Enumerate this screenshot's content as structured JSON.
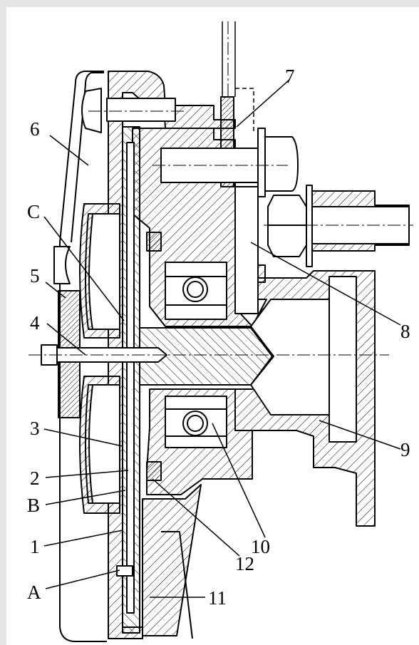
{
  "diagram": {
    "colors": {
      "background": "#e6e6e6",
      "paper": "#ffffff",
      "ink": "#000000"
    },
    "callouts": [
      {
        "id": "1",
        "text": "1"
      },
      {
        "id": "2",
        "text": "2"
      },
      {
        "id": "3",
        "text": "3"
      },
      {
        "id": "4",
        "text": "4"
      },
      {
        "id": "5",
        "text": "5"
      },
      {
        "id": "6",
        "text": "6"
      },
      {
        "id": "7",
        "text": "7"
      },
      {
        "id": "8",
        "text": "8"
      },
      {
        "id": "9",
        "text": "9"
      },
      {
        "id": "10",
        "text": "10"
      },
      {
        "id": "11",
        "text": "11"
      },
      {
        "id": "12",
        "text": "12"
      },
      {
        "id": "A",
        "text": "A"
      },
      {
        "id": "B",
        "text": "B"
      },
      {
        "id": "C",
        "text": "C"
      }
    ]
  }
}
